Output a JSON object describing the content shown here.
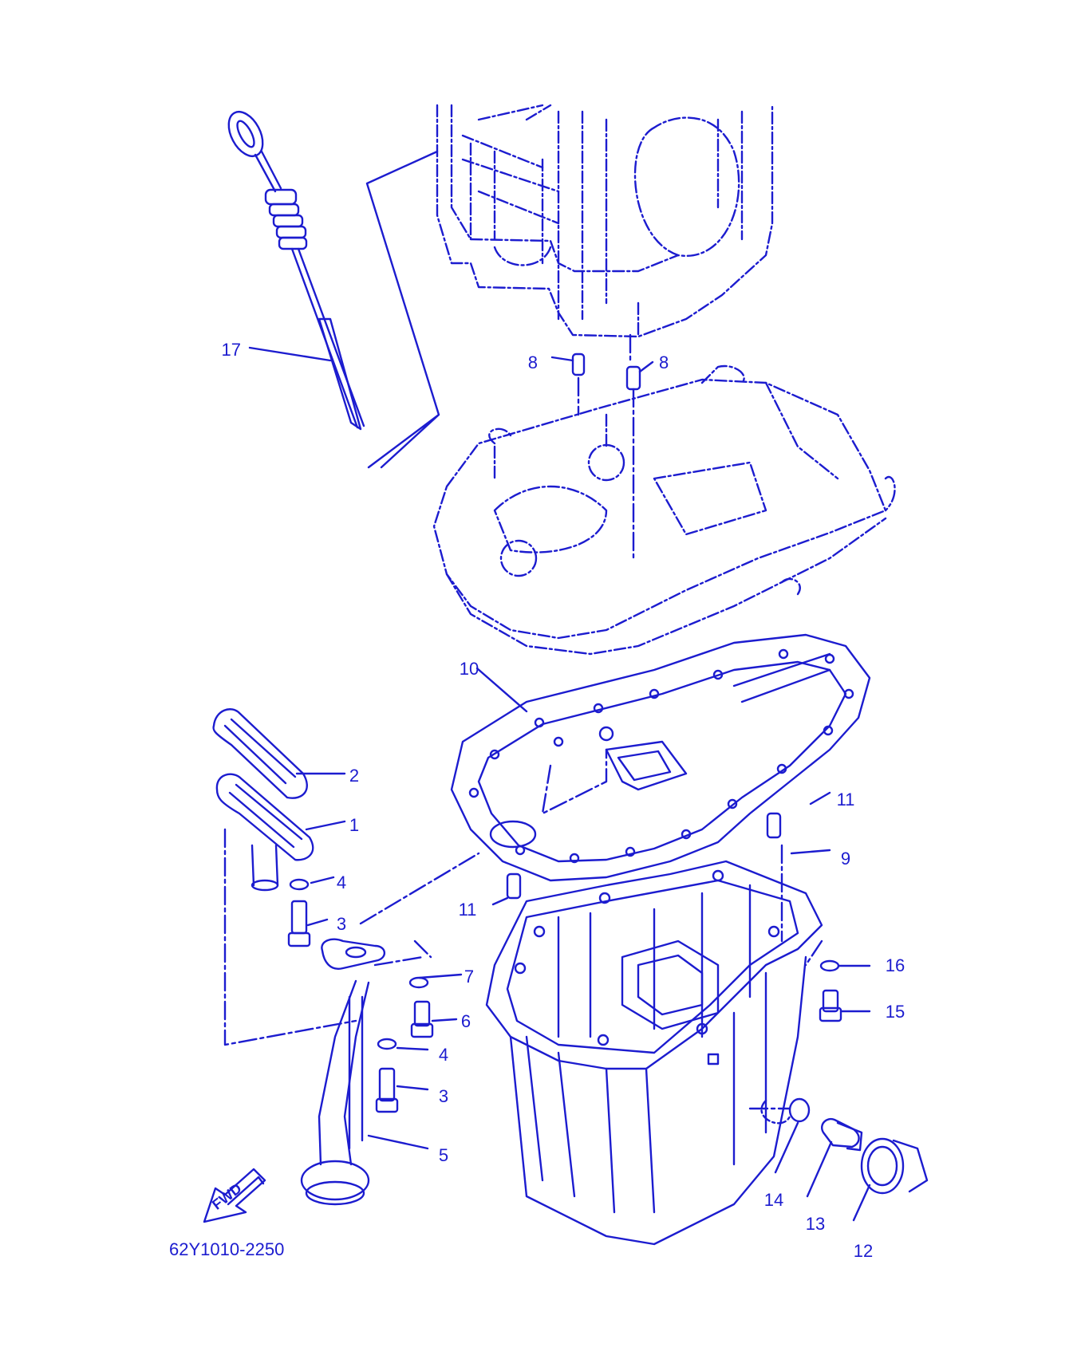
{
  "diagram": {
    "line_color": "#1c1ccf",
    "callouts": [
      "1",
      "2",
      "3",
      "3",
      "4",
      "4",
      "5",
      "6",
      "7",
      "8",
      "8",
      "9",
      "10",
      "11",
      "11",
      "12",
      "13",
      "14",
      "15",
      "16",
      "17"
    ],
    "fwd_label": "FWD",
    "drawing_number": "62Y1010-2250"
  }
}
